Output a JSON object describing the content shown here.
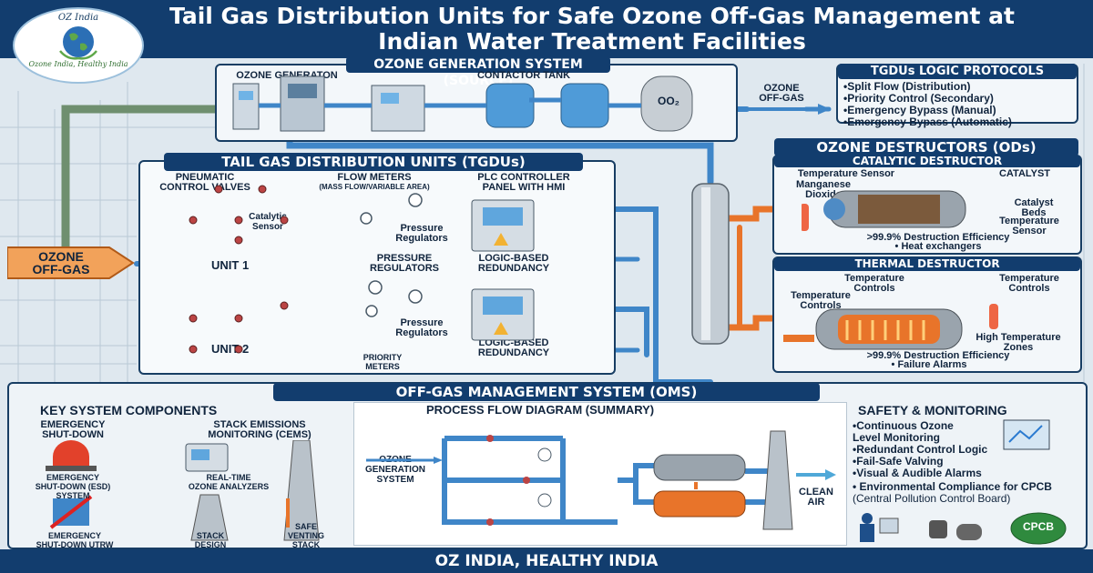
{
  "title": "Tail Gas Distribution Units for Safe Ozone Off-Gas Management at Indian Water Treatment Facilities",
  "logo": {
    "top": "OZ India",
    "bottom": "Ozone India, Healthy India"
  },
  "generation": {
    "title": "OZONE GENERATION SYSTEM (SOURCE)",
    "generator_label": "OZONE GENERATON",
    "tank_label": "CONTACTOR TANK",
    "vessel_label": "OO₂",
    "offgas_label": "OZONE\nOFF-GAS"
  },
  "logic": {
    "title": "TGDUs LOGIC PROTOCOLS",
    "items": [
      "Split Flow (Distribution)",
      "Priority Control (Secondary)",
      "Emergency Bypass (Manual)",
      "Emergency Bypass (Automatic)"
    ]
  },
  "tgdu": {
    "title": "TAIL GAS DISTRIBUTION UNITS (TGDUs)",
    "valves": "PNEUMATIC\nCONTROL VALVES",
    "flow_meters": "FLOW METERS",
    "flow_meters_sub": "(MASS FLOW/VARIABLE AREA)",
    "plc": "PLC CONTROLLER\nPANEL WITH HMI",
    "catalytic_sensor": "Catalytic\nSensor",
    "pressure_regulators": "Pressure\nRegulators",
    "pressure_regulators_caps": "PRESSURE\nREGULATORS",
    "redundancy": "LOGIC-BASED\nREDUNDANCY",
    "unit1": "UNIT 1",
    "unit2": "UNIT 2",
    "priority_meters": "PRIORITY\nMETERS"
  },
  "inlet": "OZONE\nOFF-GAS",
  "destructors": {
    "title": "OZONE DESTRUCTORS (ODs)",
    "catalytic": {
      "title": "CATALYTIC DESTRUCTOR",
      "temp_sensor": "Temperature Sensor",
      "catalyst": "CATALYST",
      "manganese": "Manganese\nDioxide",
      "catalyst_beds": "Catalyst\nBeds",
      "temp_sensor2": "Temperature\nSensor",
      "eff": ">99.9% Destruction Efficiency",
      "heat": "Heat exchangers"
    },
    "thermal": {
      "title": "THERMAL DESTRUCTOR",
      "tc1": "Temperature\nControls",
      "tc2": "Temperature\nControls",
      "tc3": "Temperature\nControls",
      "zones": "High Temperature\nZones",
      "eff": ">99.9% Destruction Efficiency",
      "alarms": "Failure Alarms"
    }
  },
  "oms": {
    "title": "OFF-GAS MANAGEMENT SYSTEM (OMS)",
    "components": {
      "title": "KEY SYSTEM COMPONENTS",
      "esd_head": "EMERGENCY\nSHUT-DOWN",
      "esd_label": "EMERGENCY\nSHUT-DOWN (ESD)\nSYSTEM",
      "esd2_label": "EMERGENCY\nSHUT-DOWN UTRW",
      "cems_head": "STACK EMISSIONS\nMONITORING (CEMS)",
      "analyzers": "REAL-TIME\nOZONE ANALYZERS",
      "stack_design": "STACK\nDESIGN",
      "venting": "SAFE\nVENTING\nSTACK"
    },
    "flow": {
      "title": "PROCESS FLOW DIAGRAM (SUMMARY)",
      "source": "OZONE\nGENERATION\nSYSTEM",
      "clean": "CLEAN\nAIR"
    },
    "safety": {
      "title": "SAFETY & MONITORING",
      "items": [
        "Continuous Ozone\nLevel Monitoring",
        "Redundant Control Logic",
        "Fail-Safe Valving",
        "Visual & Audible Alarms"
      ],
      "compliance_bold": "Environmental Compliance for CPCB",
      "compliance_rest": " (Central Pollution Control Board)",
      "badge": "CPCB"
    }
  },
  "footer": "OZ INDIA, HEALTHY INDIA",
  "colors": {
    "navy": "#123d6e",
    "pipe": "#3f86c8",
    "hot": "#e8742a",
    "panel": "#f3f7fa"
  }
}
